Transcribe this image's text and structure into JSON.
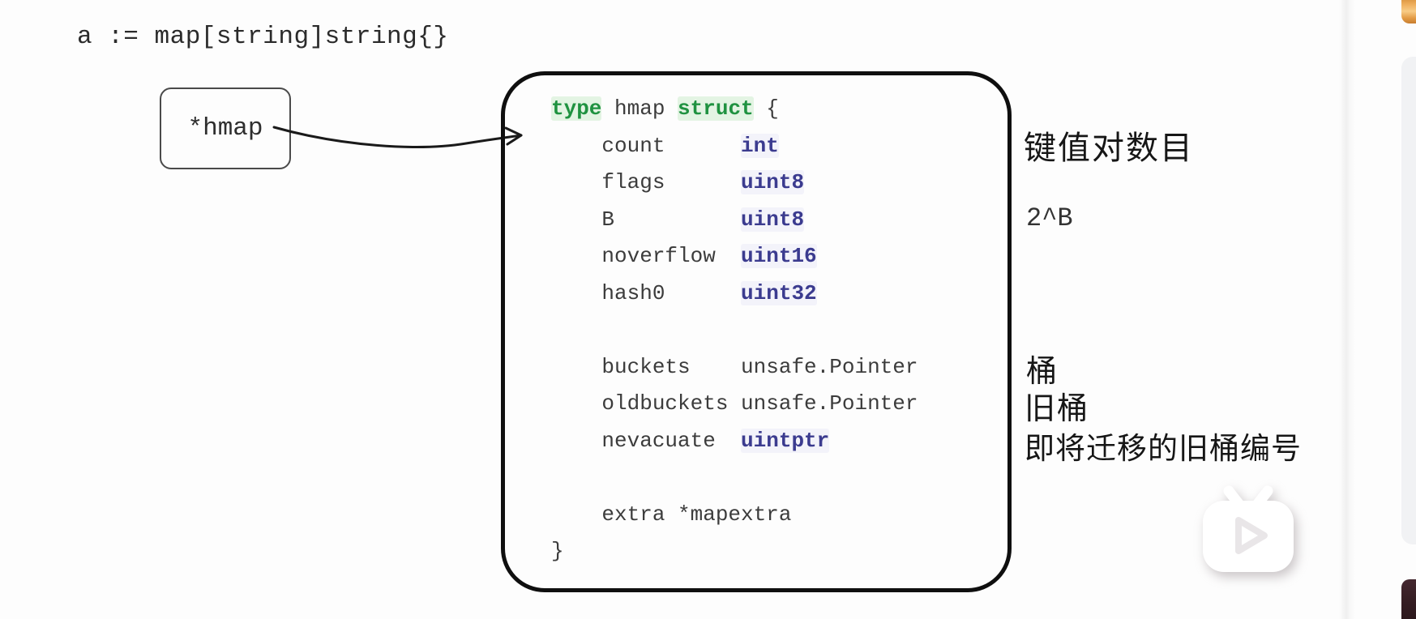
{
  "page": {
    "background": "#fdfdfd",
    "kind": "go-hmap-struct-diagram"
  },
  "declaration": "a := map[string]string{}",
  "pointer_box": {
    "label": "*hmap"
  },
  "code": {
    "keyword_color": "#1f9240",
    "type_color": "#3b3b8f",
    "text_color": "#3c3c3c",
    "lines": [
      [
        {
          "t": "type",
          "s": "kw"
        },
        {
          "t": " hmap ",
          "s": "p"
        },
        {
          "t": "struct",
          "s": "kw"
        },
        {
          "t": " {",
          "s": "p"
        }
      ],
      [
        {
          "t": "    count      ",
          "s": "p"
        },
        {
          "t": "int",
          "s": "ty"
        }
      ],
      [
        {
          "t": "    flags      ",
          "s": "p"
        },
        {
          "t": "uint8",
          "s": "ty"
        }
      ],
      [
        {
          "t": "    B          ",
          "s": "p"
        },
        {
          "t": "uint8",
          "s": "ty"
        }
      ],
      [
        {
          "t": "    noverflow  ",
          "s": "p"
        },
        {
          "t": "uint16",
          "s": "ty"
        }
      ],
      [
        {
          "t": "    hash0      ",
          "s": "p"
        },
        {
          "t": "uint32",
          "s": "ty"
        }
      ],
      [],
      [
        {
          "t": "    buckets    unsafe.Pointer",
          "s": "p"
        }
      ],
      [
        {
          "t": "    oldbuckets unsafe.Pointer",
          "s": "p"
        }
      ],
      [
        {
          "t": "    nevacuate  ",
          "s": "p"
        },
        {
          "t": "uintptr",
          "s": "ty"
        }
      ],
      [],
      [
        {
          "t": "    extra *mapextra",
          "s": "p"
        }
      ],
      [
        {
          "t": "}",
          "s": "p"
        }
      ]
    ]
  },
  "annotations": [
    {
      "text": "键值对数目",
      "for_field": "count"
    },
    {
      "text": "2^B",
      "for_field": "B"
    },
    {
      "text": "桶",
      "for_field": "buckets"
    },
    {
      "text": "旧桶",
      "for_field": "oldbuckets"
    },
    {
      "text": "即将迁移的旧桶编号",
      "for_field": "nevacuate"
    }
  ],
  "icons": {
    "watermark": "bilibili-tv-play-icon"
  },
  "rail": {
    "orange_fragment_color": "#e9a657",
    "card_fragment_color": "#f1f2f4",
    "thumbnail_fragment_color": "#341d22"
  }
}
